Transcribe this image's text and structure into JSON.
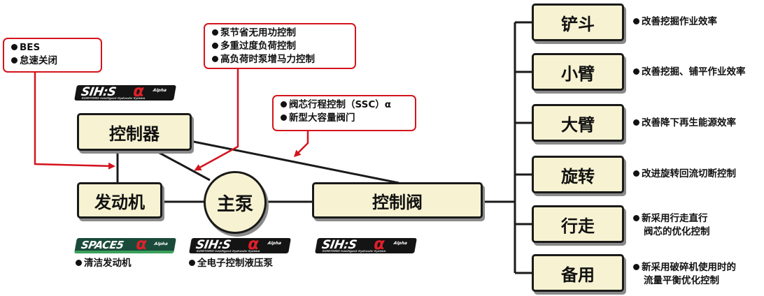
{
  "nodes": {
    "controller": "控制器",
    "engine": "发动机",
    "main_pump": "主泵",
    "control_valve": "控制阀"
  },
  "functions": [
    {
      "label": "铲斗",
      "note": [
        "改善挖掘作业效率"
      ]
    },
    {
      "label": "小臂",
      "note": [
        "改善挖掘、铺平作业效率"
      ]
    },
    {
      "label": "大臂",
      "note": [
        "改善降下再生能源效率"
      ]
    },
    {
      "label": "旋转",
      "note": [
        "改进旋转回流切断控制"
      ]
    },
    {
      "label": "行走",
      "note": [
        "新采用行走直行",
        "阀芯的优化控制"
      ]
    },
    {
      "label": "备用",
      "note": [
        "新采用破碎机使用时的",
        "流量平衡优化控制"
      ]
    }
  ],
  "callouts": {
    "controller": [
      "BES",
      "怠速关闭"
    ],
    "pump": [
      "泵节省无用功控制",
      "多重过度负荷控制",
      "高负荷时泵增马力控制"
    ],
    "valve": [
      "阀芯行程控制（SSC）α",
      "新型大容量阀门"
    ]
  },
  "bottom_notes": {
    "engine": "清洁发动机",
    "pump": "全电子控制液压泵"
  },
  "logos": {
    "sihis_text": "SIH:S",
    "space_text": "SPACE5",
    "alpha_symbol": "α",
    "alpha_word": "Alpha",
    "sihis_sub": "SUMITOMO Intelligent Hydraulic System"
  },
  "colors": {
    "accent_red": "#d4141e",
    "box_fill": "#f7f3d2",
    "logo_dark": "#141414",
    "logo_green": "#1a4a3a"
  }
}
